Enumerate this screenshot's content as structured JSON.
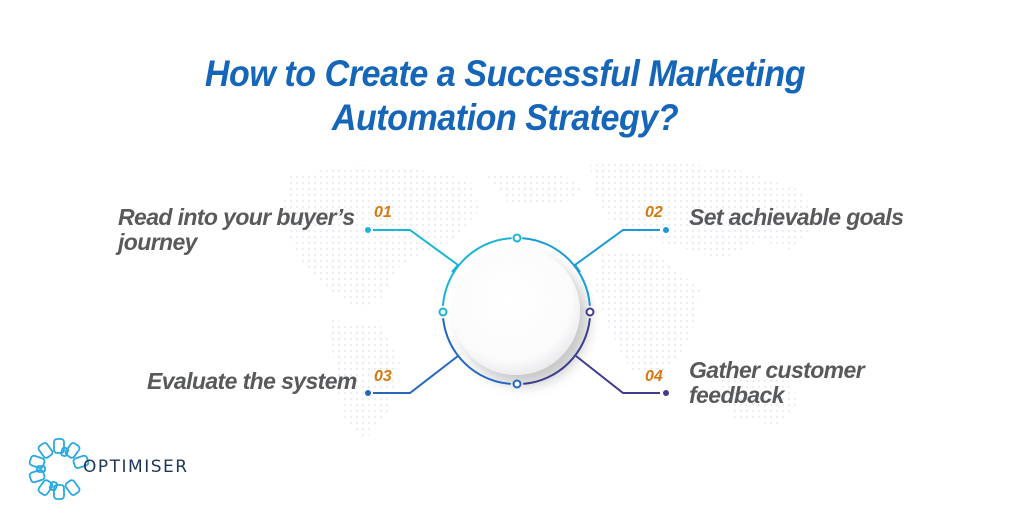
{
  "title": {
    "line1": "How to Create a Successful Marketing",
    "line2": "Automation Strategy?"
  },
  "steps": [
    {
      "number": "01",
      "label_line1": "Read into your buyer’s",
      "label_line2": "journey",
      "color": "#1ab4d4"
    },
    {
      "number": "02",
      "label_line1": "Set achievable goals",
      "label_line2": "",
      "color": "#1a9ad6"
    },
    {
      "number": "03",
      "label_line1": "Evaluate the system",
      "label_line2": "",
      "color": "#2467c2"
    },
    {
      "number": "04",
      "label_line1": "Gather customer",
      "label_line2": "feedback",
      "color": "#3e3c8f"
    }
  ],
  "colors": {
    "title": "#1565b8",
    "number": "#d67a10",
    "label": "#58595b"
  },
  "logo": {
    "text": "OPTIMISER",
    "icon": "optimiser-flower-icon"
  }
}
